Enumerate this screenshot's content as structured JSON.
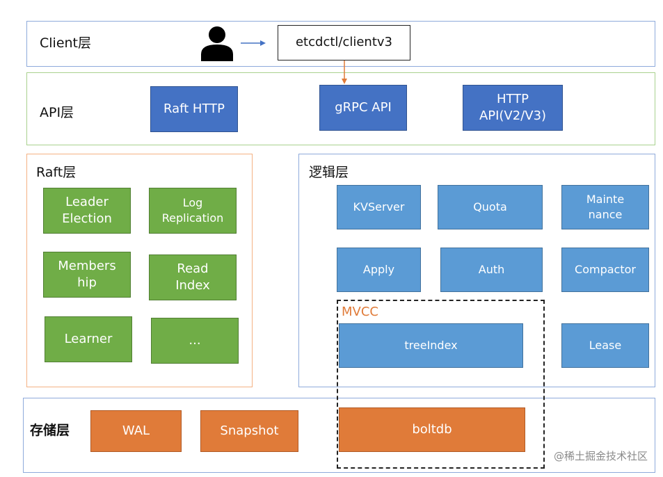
{
  "colors": {
    "client_border": "#8eaadb",
    "api_border": "#a9d18e",
    "raft_border": "#f4b183",
    "logic_border": "#8eaadb",
    "storage_border": "#8eaadb",
    "navy_box": "#4472C4",
    "light_blue_box": "#5b9bd5",
    "green_box": "#70ad47",
    "orange_box": "#e07b39"
  },
  "client_layer": {
    "label": "Client层",
    "person_icon": "user-icon",
    "client_box": "etcdctl/clientv3"
  },
  "api_layer": {
    "label": "API层",
    "raft_http": "Raft HTTP",
    "grpc_api": "gRPC API",
    "http_api": "HTTP\nAPI(V2/V3)"
  },
  "raft_layer": {
    "label": "Raft层",
    "leader_election": "Leader\nElection",
    "log_replication": "Log\nReplication",
    "membership": "Members\nhip",
    "read_index": "Read\nIndex",
    "learner": "Learner",
    "more": "..."
  },
  "logic_layer": {
    "label": "逻辑层",
    "kvserver": "KVServer",
    "quota": "Quota",
    "maintenance": "Mainte\nnance",
    "apply": "Apply",
    "auth": "Auth",
    "compactor": "Compactor",
    "tree_index": "treeIndex",
    "lease": "Lease"
  },
  "mvcc": {
    "label": "MVCC"
  },
  "storage_layer": {
    "label": "存储层",
    "wal": "WAL",
    "snapshot": "Snapshot",
    "boltdb": "boltdb"
  },
  "watermark": "@稀土掘金技术社区"
}
